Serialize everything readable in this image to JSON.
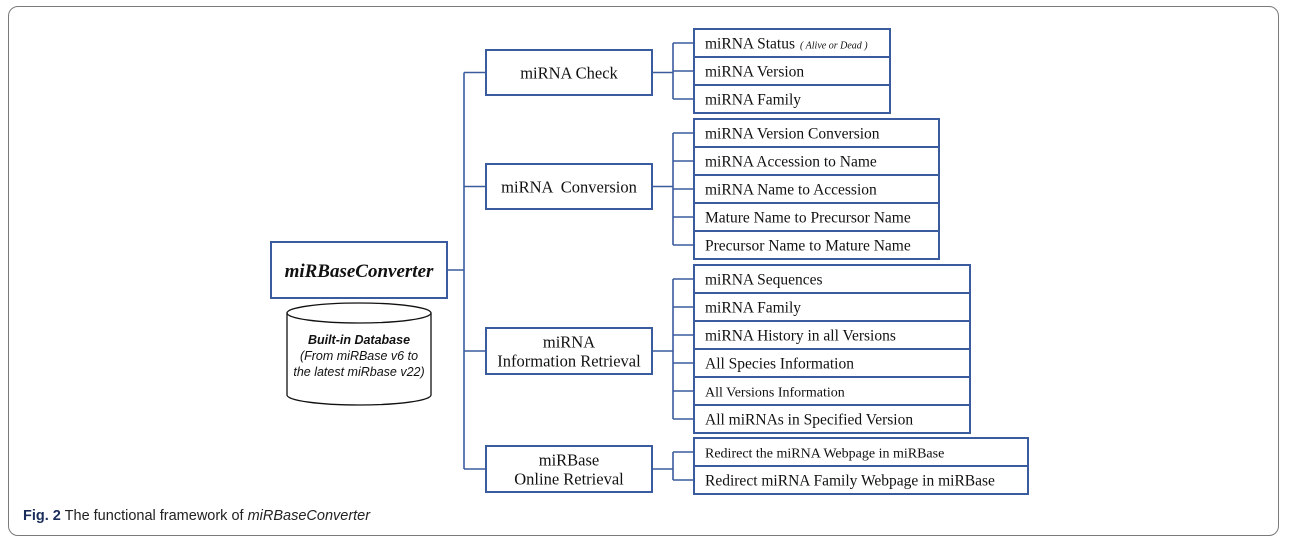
{
  "root": {
    "label": "miRBaseConverter"
  },
  "database": {
    "title": "Built-in Database",
    "lines": [
      "(From miRBase v6 to",
      "the latest miRbase v22)"
    ]
  },
  "groups": [
    {
      "id": "check",
      "label_lines": [
        "miRNA Check"
      ],
      "items": [
        {
          "text": "miRNA Status",
          "note": "( Alive or Dead )"
        },
        {
          "text": "miRNA Version"
        },
        {
          "text": "miRNA Family"
        }
      ]
    },
    {
      "id": "conversion",
      "label_lines": [
        "miRNA  Conversion"
      ],
      "items": [
        {
          "text": "miRNA Version Conversion"
        },
        {
          "text": "miRNA Accession to Name"
        },
        {
          "text": "miRNA Name to Accession"
        },
        {
          "text": "Mature Name to Precursor Name"
        },
        {
          "text": "Precursor Name to Mature Name"
        }
      ]
    },
    {
      "id": "info-retrieval",
      "label_lines": [
        "miRNA",
        "Information Retrieval"
      ],
      "items": [
        {
          "text": "miRNA Sequences"
        },
        {
          "text": "miRNA Family"
        },
        {
          "text": "miRNA History in all Versions"
        },
        {
          "text": "All Species Information"
        },
        {
          "text": "All Versions Information"
        },
        {
          "text": "All miRNAs in Specified Version"
        }
      ]
    },
    {
      "id": "online-retrieval",
      "label_lines": [
        "miRBase",
        "Online Retrieval"
      ],
      "items": [
        {
          "text": "Redirect the miRNA Webpage in miRBase"
        },
        {
          "text": "Redirect miRNA Family Webpage in miRBase"
        }
      ]
    }
  ],
  "caption": {
    "fig": "Fig. 2",
    "text": " The functional framework of ",
    "em": "miRBaseConverter"
  }
}
